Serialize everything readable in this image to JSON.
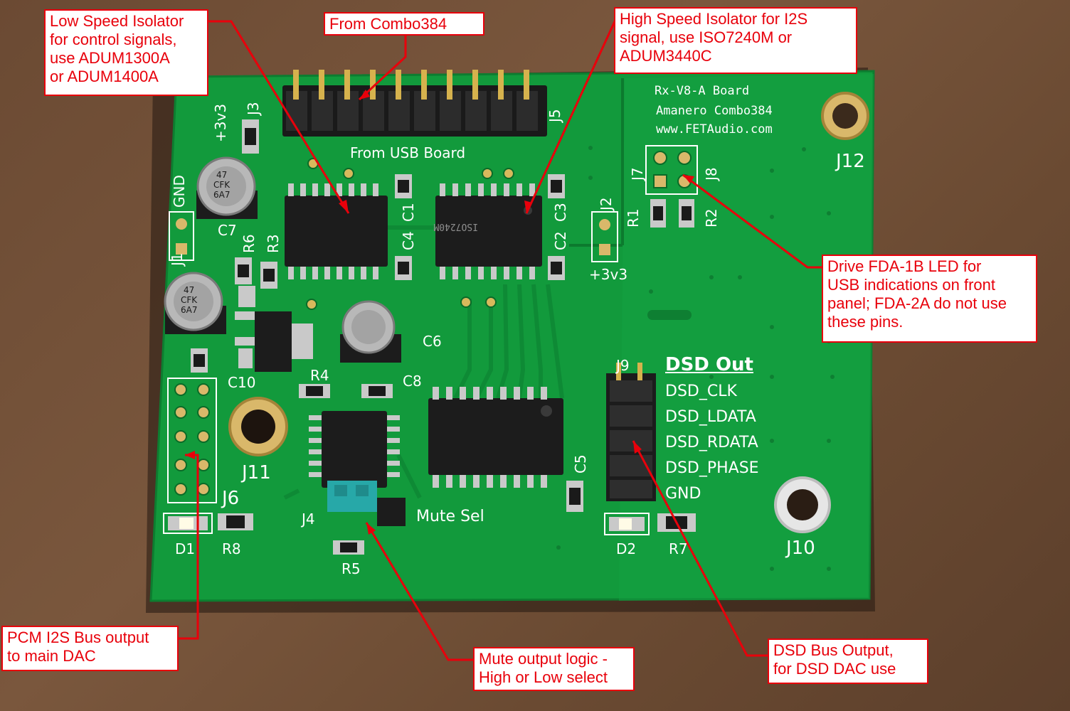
{
  "callouts": {
    "low_speed": "Low Speed Isolator\nfor control signals,\nuse ADUM1300A\nor ADUM1400A",
    "from_combo": "From Combo384",
    "high_speed": "High Speed Isolator for I2S\nsignal, use ISO7240M or\nADUM3440C",
    "drive_led": "Drive FDA-1B LED for\nUSB indications on front\npanel; FDA-2A do not use\nthese pins.",
    "pcm_bus": "PCM I2S Bus output\nto main DAC",
    "mute_logic": "Mute output logic -\nHigh or Low select",
    "dsd_bus": "DSD Bus Output,\nfor DSD DAC use"
  },
  "silkscreen": {
    "board_name": "Rx-V8-A Board",
    "board_sub": "Amanero Combo384",
    "board_url": "www.FETAudio.com",
    "from_usb": "From USB Board",
    "dsd_out": "DSD Out",
    "dsd_signals": [
      "DSD_CLK",
      "DSD_LDATA",
      "DSD_RDATA",
      "DSD_PHASE",
      "GND"
    ],
    "mute_sel": "Mute Sel",
    "plus3v3_a": "+3v3",
    "plus3v3_b": "+3v3",
    "gnd": "GND",
    "j1": "J1",
    "j2": "J2",
    "j3": "J3",
    "j4": "J4",
    "j5": "J5",
    "j6": "J6",
    "j7": "J7",
    "j8": "J8",
    "j9": "J9",
    "j10": "J10",
    "j11": "J11",
    "j12": "J12",
    "c1": "C1",
    "c2": "C2",
    "c3": "C3",
    "c4": "C4",
    "c5": "C5",
    "c6": "C6",
    "c7": "C7",
    "c8": "C8",
    "c10": "C10",
    "r1": "R1",
    "r2": "R2",
    "r3": "R3",
    "r4": "R4",
    "r5": "R5",
    "r6": "R6",
    "r7": "R7",
    "r8": "R8",
    "d1": "D1",
    "d2": "D2"
  },
  "colors": {
    "callout_red": "#e8000b",
    "pcb_green": "#119a3c",
    "wood": "#6b4a33"
  }
}
